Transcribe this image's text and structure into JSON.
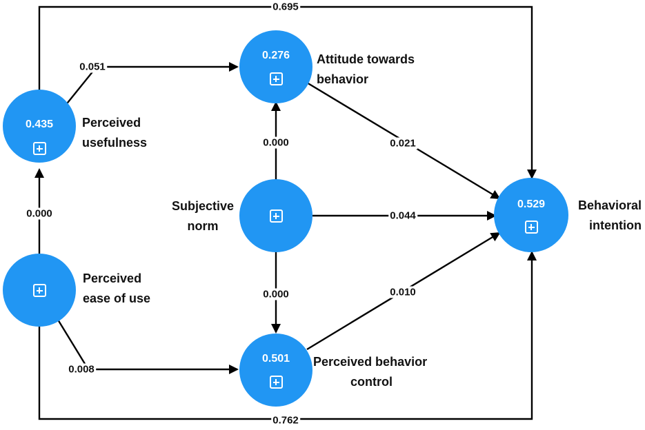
{
  "constructs": {
    "pu": {
      "name_line1": "Perceived",
      "name_line2": "usefulness",
      "r2": "0.435"
    },
    "peu": {
      "name_line1": "Perceived",
      "name_line2": "ease of use"
    },
    "att": {
      "name_line1": "Attitude towards",
      "name_line2": "behavior",
      "r2": "0.276"
    },
    "sn": {
      "name_line1": "Subjective",
      "name_line2": "norm"
    },
    "pbc": {
      "name_line1": "Perceived behavior",
      "name_line2": "control",
      "r2": "0.501"
    },
    "bi": {
      "name_line1": "Behavioral",
      "name_line2": "intention",
      "r2": "0.529"
    }
  },
  "paths": {
    "pu_bi": "0.695",
    "pu_att": "0.051",
    "peu_pu": "0.000",
    "sn_att": "0.000",
    "att_bi": "0.021",
    "sn_bi": "0.044",
    "sn_pbc": "0.000",
    "pbc_bi": "0.010",
    "peu_pbc": "0.008",
    "peu_bi": "0.762"
  },
  "colors": {
    "node_fill": "#2196F3",
    "arrow": "#000000"
  },
  "icons": {
    "expand": "plus-square-icon"
  }
}
